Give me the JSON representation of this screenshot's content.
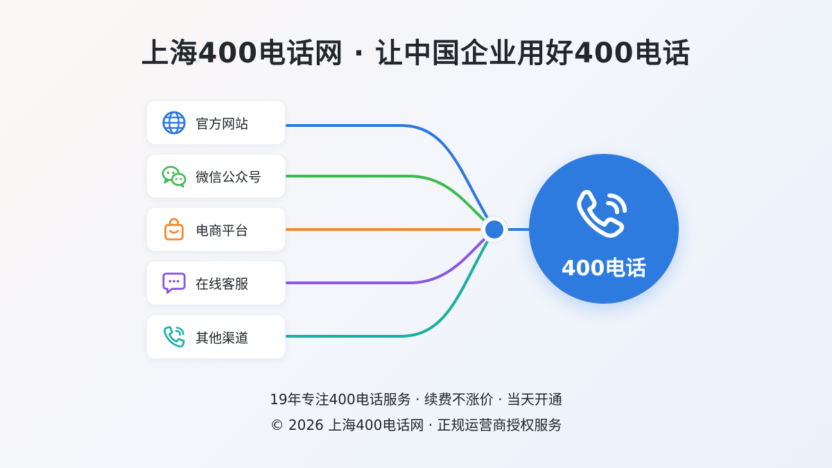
{
  "title": "上海400电话网 · 让中国企业用好400电话",
  "channels": [
    {
      "label": "官方网站",
      "icon": "globe-icon",
      "color": "#2a77e0"
    },
    {
      "label": "微信公众号",
      "icon": "wechat-icon",
      "color": "#3dba4e"
    },
    {
      "label": "电商平台",
      "icon": "shopping-bag-icon",
      "color": "#f08a2c"
    },
    {
      "label": "在线客服",
      "icon": "chat-bubble-icon",
      "color": "#8a57df"
    },
    {
      "label": "其他渠道",
      "icon": "phone-call-icon",
      "color": "#19b0a0"
    }
  ],
  "hub": {
    "label": "400电话",
    "icon": "phone-signal-icon",
    "color": "#2e7be0"
  },
  "footer": {
    "line1": "19年专注400电话服务 · 续费不涨价 · 当天开通",
    "line2": "© 2026 上海400电话网 · 正规运营商授权服务"
  }
}
